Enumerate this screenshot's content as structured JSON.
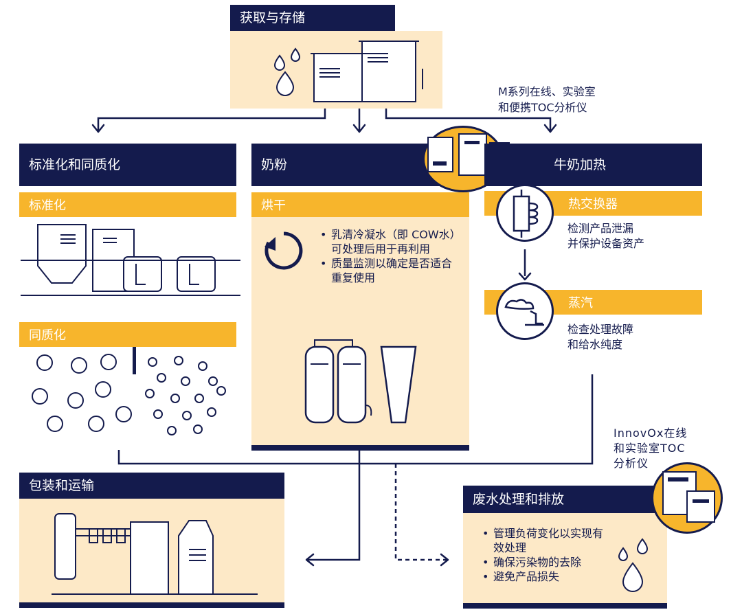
{
  "acquire": {
    "title": "获取与存储"
  },
  "m_series": {
    "line1": "M系列在线、实验室",
    "line2": "和便携TOC分析仪"
  },
  "standard": {
    "title": "标准化和同质化",
    "sub1": "标准化",
    "sub2": "同质化"
  },
  "milk_powder": {
    "title": "奶粉",
    "sub": "烘干",
    "bullets": [
      "乳清冷凝水（即 COW水）可处理后用于再利用",
      "质量监测以确定是否适合重复使用"
    ]
  },
  "heating": {
    "title": "牛奶加热",
    "heat_exchanger": "热交换器",
    "hx_desc_line1": "检测产品泄漏",
    "hx_desc_line2": "并保护设备资产",
    "steam": "蒸汽",
    "steam_desc_line1": "检查处理故障",
    "steam_desc_line2": "和给水纯度"
  },
  "innovox": {
    "line1": "InnovOx在线",
    "line2": "和实验室TOC",
    "line3": "分析仪"
  },
  "packaging": {
    "title": "包装和运输"
  },
  "wastewater": {
    "title": "废水处理和排放",
    "bullets": [
      "管理负荷变化以实现有效处理",
      "确保污染物的去除",
      "避免产品损失"
    ]
  },
  "colors": {
    "navy": "#141b4d",
    "cream": "#fde9c7",
    "gold": "#f7b52c"
  }
}
